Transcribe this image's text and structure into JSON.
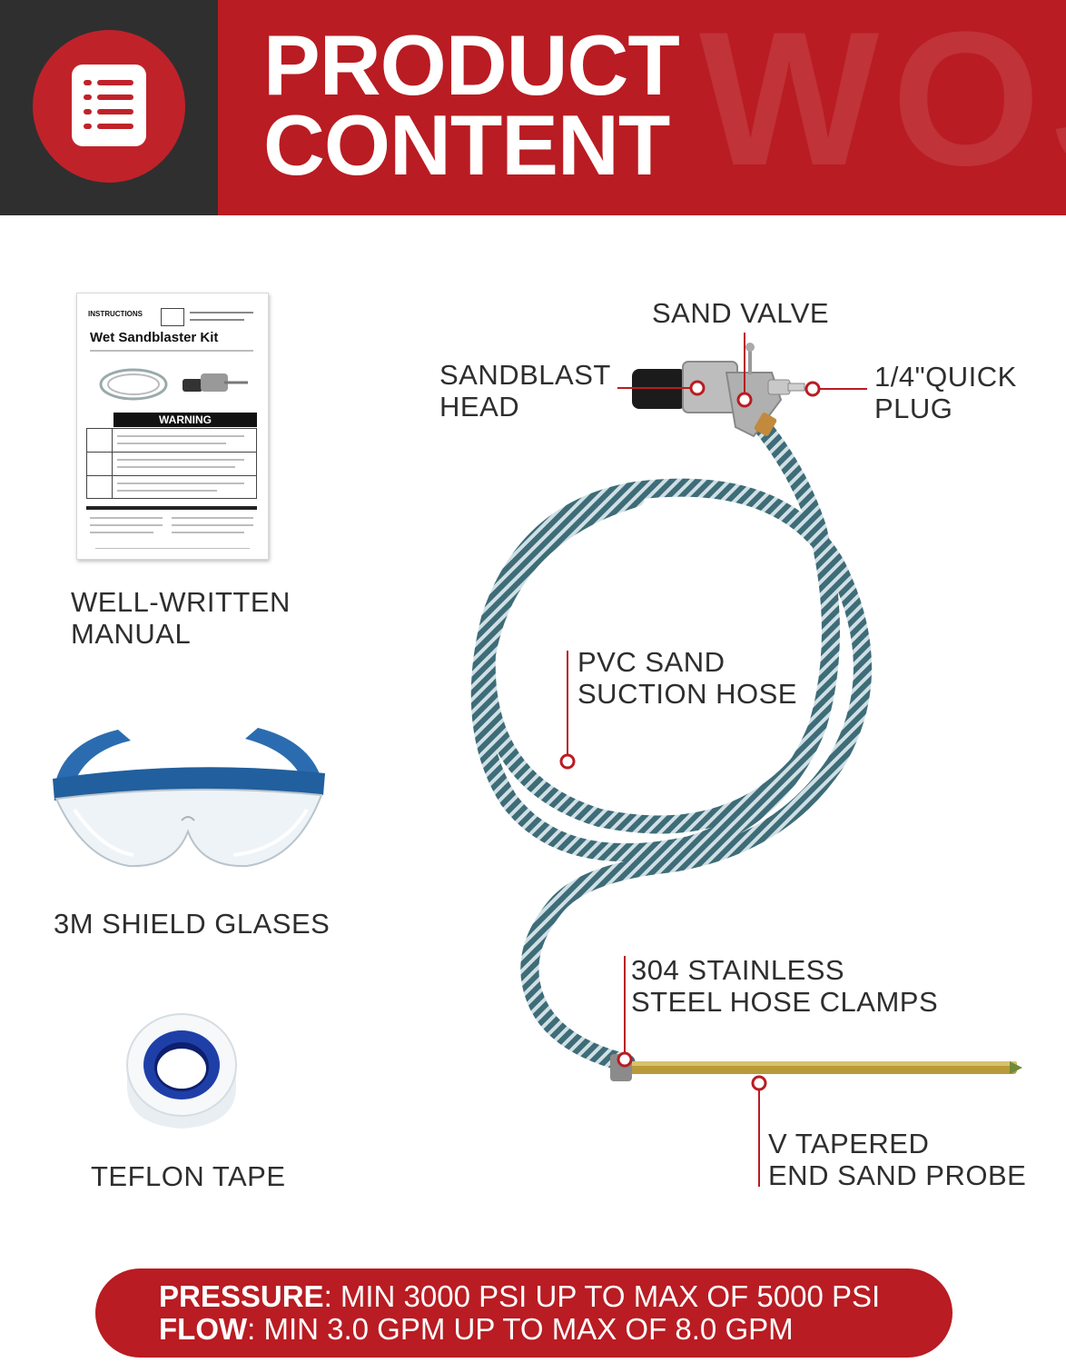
{
  "header": {
    "title_line1": "PRODUCT",
    "title_line2": "CONTENT",
    "watermark": "WOJET",
    "icon": "document-list-icon"
  },
  "manual": {
    "heading": "INSTRUCTIONS",
    "title": "Wet Sandblaster Kit",
    "warning": "WARNING",
    "label_line1": "WELL-WRITTEN",
    "label_line2": "MANUAL"
  },
  "glasses": {
    "label": "3M SHIELD GLASES"
  },
  "tape": {
    "label": "TEFLON TAPE"
  },
  "callouts": {
    "sand_valve": "SAND VALVE",
    "sandblast_head_line1": "SANDBLAST",
    "sandblast_head_line2": "HEAD",
    "quick_plug_line1": "1/4\"QUICK",
    "quick_plug_line2": "PLUG",
    "hose_line1": "PVC SAND",
    "hose_line2": "SUCTION HOSE",
    "clamps_line1": "304 STAINLESS",
    "clamps_line2": "STEEL HOSE CLAMPS",
    "probe_line1": "V TAPERED",
    "probe_line2": "END SAND PROBE"
  },
  "specs": {
    "pressure_label": "PRESSURE",
    "pressure_value": ": MIN 3000 PSI UP TO MAX OF 5000 PSI",
    "flow_label": "FLOW",
    "flow_value": ": MIN 3.0 GPM UP TO MAX OF 8.0 GPM"
  },
  "colors": {
    "brand_red": "#b91c22",
    "dark_gray": "#2f2f2f",
    "hose_teal": "#3e6c78"
  }
}
